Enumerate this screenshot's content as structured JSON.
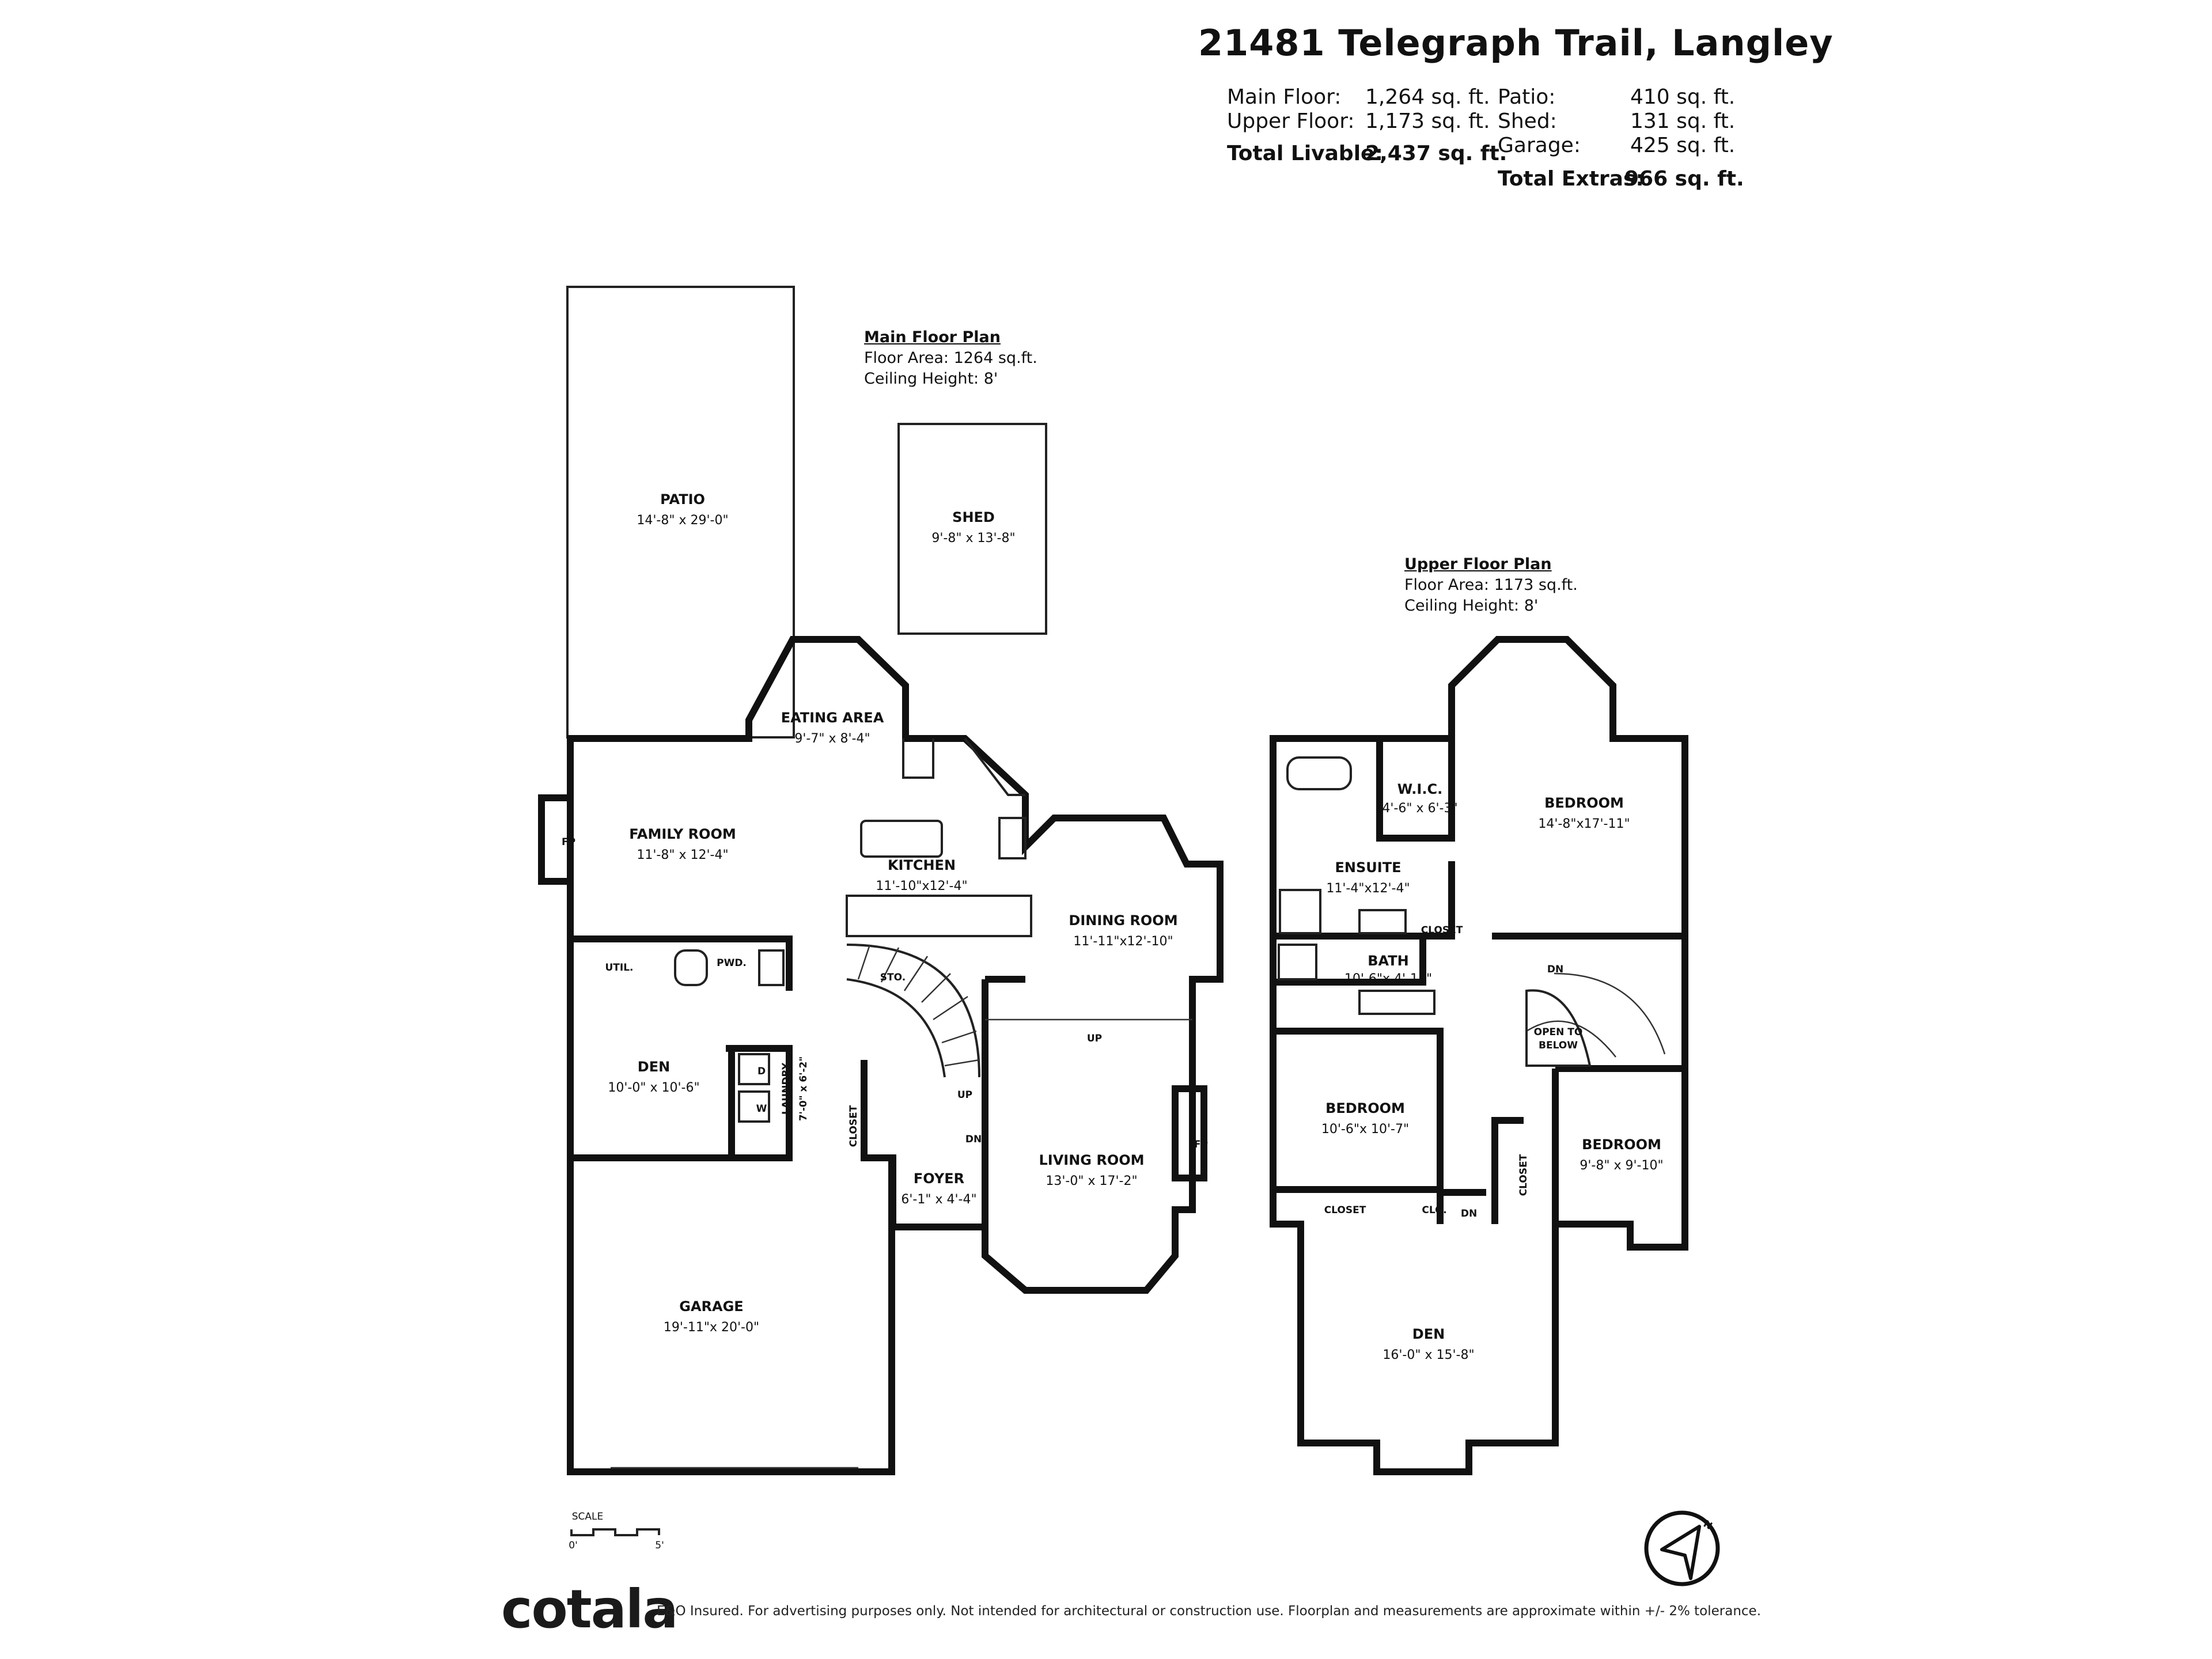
{
  "header": {
    "address": "21481 Telegraph Trail, Langley",
    "main_floor_label": "Main Floor:",
    "main_floor_value": "1,264 sq. ft.",
    "upper_floor_label": "Upper Floor:",
    "upper_floor_value": "1,173 sq. ft.",
    "total_livable_label": "Total Livable:",
    "total_livable_value": "2,437 sq. ft.",
    "patio_label": "Patio:",
    "patio_value": "410 sq. ft.",
    "shed_label": "Shed:",
    "shed_value": "131 sq. ft.",
    "garage_label": "Garage:",
    "garage_value": "425 sq. ft.",
    "total_extras_label": "Total Extras:",
    "total_extras_value": "966 sq. ft."
  },
  "main_plan": {
    "title": "Main Floor Plan",
    "area": "Floor Area: 1264 sq.ft.",
    "ceiling": "Ceiling Height: 8'",
    "rooms": {
      "patio": {
        "name": "PATIO",
        "dims": "14'-8\" x 29'-0\""
      },
      "shed": {
        "name": "SHED",
        "dims": "9'-8\" x 13'-8\""
      },
      "eating": {
        "name": "EATING AREA",
        "dims": "9'-7\" x 8'-4\""
      },
      "family": {
        "name": "FAMILY ROOM",
        "dims": "11'-8\" x 12'-4\""
      },
      "kitchen": {
        "name": "KITCHEN",
        "dims": "11'-10\"x12'-4\""
      },
      "dining": {
        "name": "DINING ROOM",
        "dims": "11'-11\"x12'-10\""
      },
      "util": {
        "name": "UTIL."
      },
      "pwd": {
        "name": "PWD."
      },
      "sto": {
        "name": "STO."
      },
      "den": {
        "name": "DEN",
        "dims": "10'-0\" x 10'-6\""
      },
      "laundry": {
        "name": "LAUNDRY",
        "dims": "7'-0\" x 6'-2\""
      },
      "closet": {
        "name": "CLOSET"
      },
      "foyer": {
        "name": "FOYER",
        "dims": "6'-1\" x 4'-4\""
      },
      "living": {
        "name": "LIVING ROOM",
        "dims": "13'-0\" x 17'-2\""
      },
      "garage": {
        "name": "GARAGE",
        "dims": "19'-11\"x 20'-0\""
      }
    },
    "fp": "FP",
    "up": "UP",
    "dn": "DN",
    "d": "D",
    "w": "W"
  },
  "upper_plan": {
    "title": "Upper Floor Plan",
    "area": "Floor Area: 1173 sq.ft.",
    "ceiling": "Ceiling Height: 8'",
    "rooms": {
      "wic": {
        "name": "W.I.C.",
        "dims": "4'-6\" x 6'-3\""
      },
      "bedroom1": {
        "name": "BEDROOM",
        "dims": "14'-8\"x17'-11\""
      },
      "ensuite": {
        "name": "ENSUITE",
        "dims": "11'-4\"x12'-4\""
      },
      "closet_a": {
        "name": "CLOSET"
      },
      "bath": {
        "name": "BATH",
        "dims": "10'-6\"x 4'-11\""
      },
      "open_below_1": {
        "name": "OPEN TO"
      },
      "open_below_2": {
        "name": "BELOW"
      },
      "bedroom2": {
        "name": "BEDROOM",
        "dims": "10'-6\"x 10'-7\""
      },
      "bedroom3": {
        "name": "BEDROOM",
        "dims": "9'-8\" x 9'-10\""
      },
      "closet_b": {
        "name": "CLOSET"
      },
      "closet_c": {
        "name": "CLOSET"
      },
      "clo": {
        "name": "CLO."
      },
      "den": {
        "name": "DEN",
        "dims": "16'-0\" x 15'-8\""
      }
    },
    "dn": "DN"
  },
  "scale": {
    "label": "SCALE",
    "zero": "0'",
    "five": "5'"
  },
  "compass": {
    "n": "N"
  },
  "footer": {
    "logo": "cotala",
    "disclaimer": "E&O Insured. For advertising purposes only. Not intended for architectural or construction use. Floorplan and measurements are approximate within +/- 2% tolerance."
  }
}
